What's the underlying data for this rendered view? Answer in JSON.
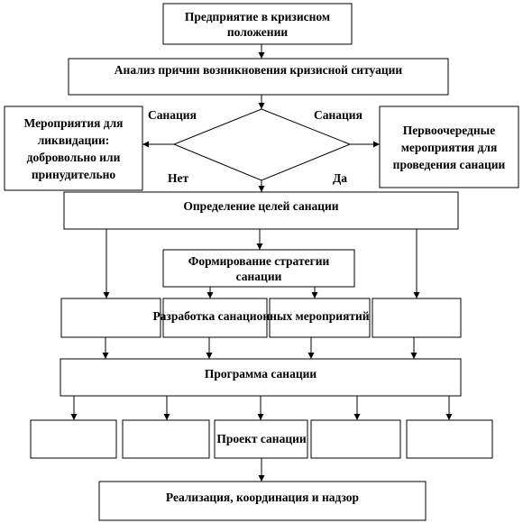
{
  "diagram": {
    "box_crisis": "Предприятие в кризисном положении",
    "box_analysis": "Анализ причин возникновения кризисной ситуации",
    "box_liquidation": "Мероприятия для ликвидации: добровольно или принудительно",
    "box_priority": "Первоочередные мероприятия для проведения санации",
    "edge_sanation_left": "Санация",
    "edge_sanation_right": "Санация",
    "edge_no": "Нет",
    "edge_yes": "Да",
    "box_goals": "Определение целей санации",
    "box_strategy": "Формирование стратегии санации",
    "box_development": "Разработка санационных мероприятий",
    "box_program": "Программа санации",
    "box_project": "Проект санации",
    "box_realization": "Реализация, координация и надзор"
  }
}
